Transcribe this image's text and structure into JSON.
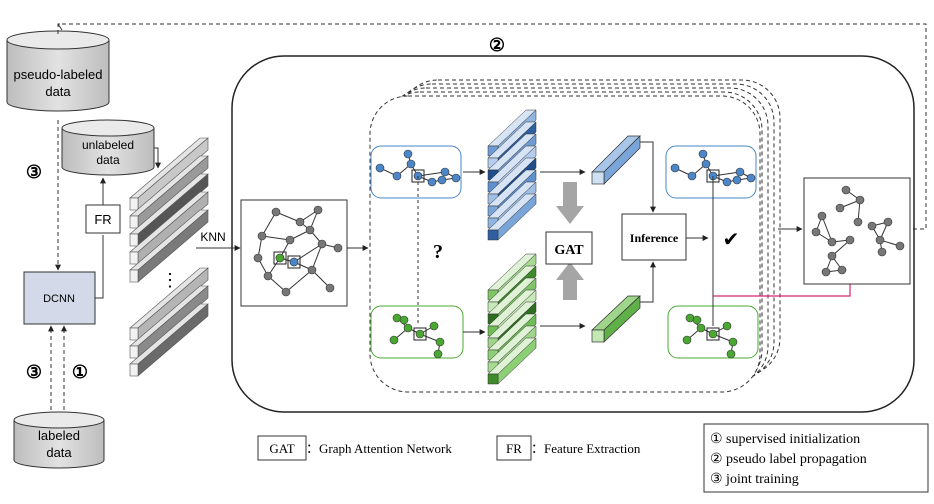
{
  "datastores": {
    "pseudo_labeled": [
      "pseudo-labeled",
      "data"
    ],
    "unlabeled": [
      "unlabeled",
      "data"
    ],
    "labeled": [
      "labeled",
      "data"
    ]
  },
  "boxes": {
    "fr": "FR",
    "dcnn": "DCNN",
    "gat": "GAT",
    "inference": "Inference"
  },
  "labels": {
    "knn": "KNN",
    "question_mark": "?",
    "checkmark": "✔",
    "ellipsis": "⋮",
    "step_1": "①",
    "step_2": "②",
    "step_3": "③"
  },
  "legend": {
    "gat_key": "GAT",
    "gat_desc": "：Graph Attention Network",
    "fr_key": "FR",
    "fr_desc": "：Feature Extraction",
    "steps": [
      "① supervised initialization",
      "② pseudo label propagation",
      "③ joint training"
    ]
  },
  "colors": {
    "blue_node": "#4a86c8",
    "green_node": "#4aa832",
    "gray_node": "#777777",
    "magenta_link": "#d6246e",
    "dcnn_fill": "#d3d9e8",
    "db_fill": "#d0d0d0"
  }
}
